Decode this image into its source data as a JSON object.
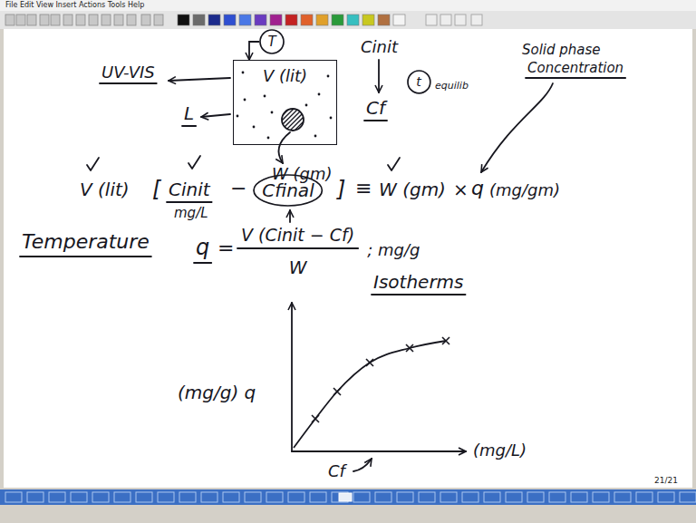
{
  "diagram": {
    "nodes": [
      {
        "text": [
          "V (lit)"
        ]
      },
      {
        "text": [
          "T"
        ]
      },
      {
        "text": [
          "t"
        ]
      },
      {
        "text": [
          "Cfinal"
        ]
      }
    ],
    "edges": [
      {
        "from": 1,
        "to": 0,
        "arrow": "to"
      }
    ],
    "labels": [
      "File Edit View Insert Actions Tools Help",
      "UV-VIS",
      "L",
      "W (gm)",
      "Cinit",
      "Cf",
      "equilib",
      "Solid phase",
      "Concentration",
      "V (lit)",
      "[",
      "Cinit",
      "mg/L",
      "−",
      "]",
      "≡",
      "W (gm)",
      "×",
      "q",
      "(mg/gm)",
      "Temperature",
      "q",
      "=",
      "V (Cinit − Cf)",
      "W",
      "; mg/g",
      "Isotherms",
      "(mg/g) q",
      "(mg/L)",
      "Cf",
      "21/21"
    ]
  }
}
